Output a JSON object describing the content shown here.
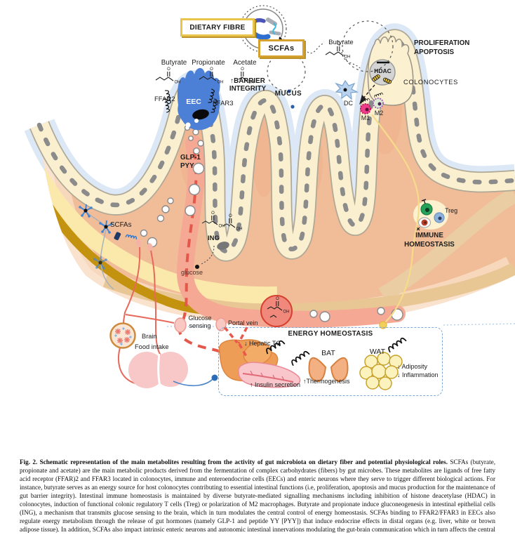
{
  "diagram": {
    "top": {
      "dietary_fibre": "DIETARY FIBRE",
      "scfas_box": "SCFAs"
    },
    "molecules": {
      "butyrate": "Butyrate",
      "propionate": "Propionate",
      "acetate": "Acetate",
      "butyrate_right": "Butyrate",
      "chem_o": "O",
      "chem_oh": "OH"
    },
    "eec": {
      "ffar2": "FFAR2",
      "eec": "EEC",
      "ffar3": "FFAR3"
    },
    "barrier": {
      "line1": "↑BARRIER",
      "line2": "INTEGRITY"
    },
    "mucus": "MUCUS",
    "proliferation": {
      "line1": "PROLIFERATION",
      "line2": "APOPTOSIS"
    },
    "hdac": "HDAC",
    "colonocytes": "COLONOCYTES",
    "immune_cells": {
      "dc": "DC",
      "m1": "M1",
      "m2": "M2",
      "treg": "Treg"
    },
    "hormones": {
      "glp1": "GLP-1",
      "pyy": "PYY"
    },
    "ing": "ING",
    "glucose": "glucose",
    "scfas_neurons": "SCFAs",
    "immune": {
      "line1": "IMMUNE",
      "line2": "HOMEOSTASIS"
    },
    "glucose_sensing": {
      "line1": "Glucose",
      "line2": "sensing"
    },
    "portal_vein": "Portal vein",
    "brain": "Brain",
    "food_intake": "Food intake",
    "energy": {
      "title": "ENERGY HOMEOSTASIS",
      "hepatic_tg": "↓ Hepatic TG",
      "insulin": "↑ Insulin secretion",
      "bat": "BAT",
      "thermogenesis": "↑Thermogenesis",
      "wat": "WAT",
      "adiposity": "↓ Adiposity",
      "inflammation": "↓ Inflammation"
    }
  },
  "caption": {
    "lead": "Fig. 2. Schematic representation of the main metabolites resulting from the activity of gut microbiota on dietary fiber and potential physiological roles.",
    "body": " SCFAs (butyrate, propionate and acetate) are the main metabolic products derived from the fermentation of complex carbohydrates (fibers) by gut microbes. These metabolites are ligands of free fatty acid receptor (FFAR)2 and FFAR3 located in colonocytes, immune and enteroendocrine cells (EECs) and enteric neurons where they serve to trigger different biological actions. For instance, butyrate serves as an energy source for host colonocytes contributing to essential intestinal functions (i.e, proliferation, apoptosis and mucus production for the maintenance of gut barrier integrity). Intestinal immune homeostasis is maintained by diverse butyrate-mediated signalling mechanisms including inhibition of histone deacetylase (HDAC) in colonocytes, induction of functional colonic regulatory T cells (Treg) or polarization of M2 macrophages. Butyrate and propionate induce gluconeogenesis in intestinal epithelial cells (ING), a mechanism that transmits glucose sensing to the brain, which in turn modulates the central control of energy homeostasis. SCFAs binding to FFAR2/FFAR3 in EECs also regulate energy metabolism through the release of gut hormones (namely GLP-1 and peptide YY [PYY]) that induce endocrine effects in distal organs (e.g. liver, white or brown adipose tissue). In addition, SCFAs also impact intrinsic enteric neurons and autonomic intestinal innervations modulating the gut-brain communication which in turn affects the central control of energy homeostasis and feeding and/or emotional behavior. (Illustrations are from MOTIFOLIO)."
  },
  "palette": {
    "gold_border": "#E9C44C",
    "gold_border_dark": "#BD9327",
    "eec_blue": "#4C7FD6",
    "mucus_blue": "#DCE8F5",
    "lamina_salmon": "#F1BC98",
    "epithelium_cream": "#FAEFCF",
    "portal_red": "#F5A893",
    "flow_red": "#E4584C",
    "energy_border_blue": "#7FA8D8",
    "liver_orange": "#EE9D57",
    "bat_orange": "#F3B083",
    "wat_yellow": "#FBF2BE",
    "yellow_band": "#FBE9AC",
    "gold_band": "#C3920E",
    "treg_green": "#27A15A"
  }
}
